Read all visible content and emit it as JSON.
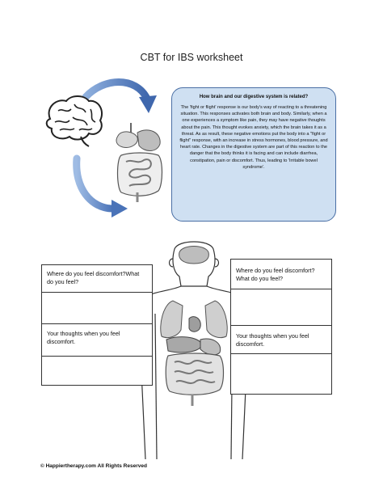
{
  "title": "CBT for IBS worksheet",
  "info_box": {
    "heading": "How brain and our digestive system is related?",
    "body": "The 'fight or flight' response is our body's way of reacting to a threatening situation. This responses activates both brain and body. Similarly, when a one experiences a symptom like pain, they may have negative thoughts about the pain. This thought evokes anxiety, which the brain takes it as a threat. As as result, these negative emotions put the body into a \"fight or flight\" response, with an increase in stress hormones, blood pressure, and heart rate. Changes in the digestive system are part of this reaction to the danger that the body thinks it is facing and can include diarrhea, constipation, pain or discomfort. Thus, leading to 'Irritable bowel syndrome'."
  },
  "left_boxes": {
    "top_label": "Where do you feel discomfort?What do you feel?",
    "bottom_label": "Your thoughts when you feel discomfort."
  },
  "right_boxes": {
    "top_label": "Where do you feel discomfort?What do you feel?",
    "bottom_label": "Your thoughts when you feel discomfort."
  },
  "footer": "© Happiertherapy.com All Rights Reserved",
  "colors": {
    "info_fill": "#cfe0f2",
    "info_border": "#4a6fa5",
    "arrow_blue": "#4a73b8"
  }
}
